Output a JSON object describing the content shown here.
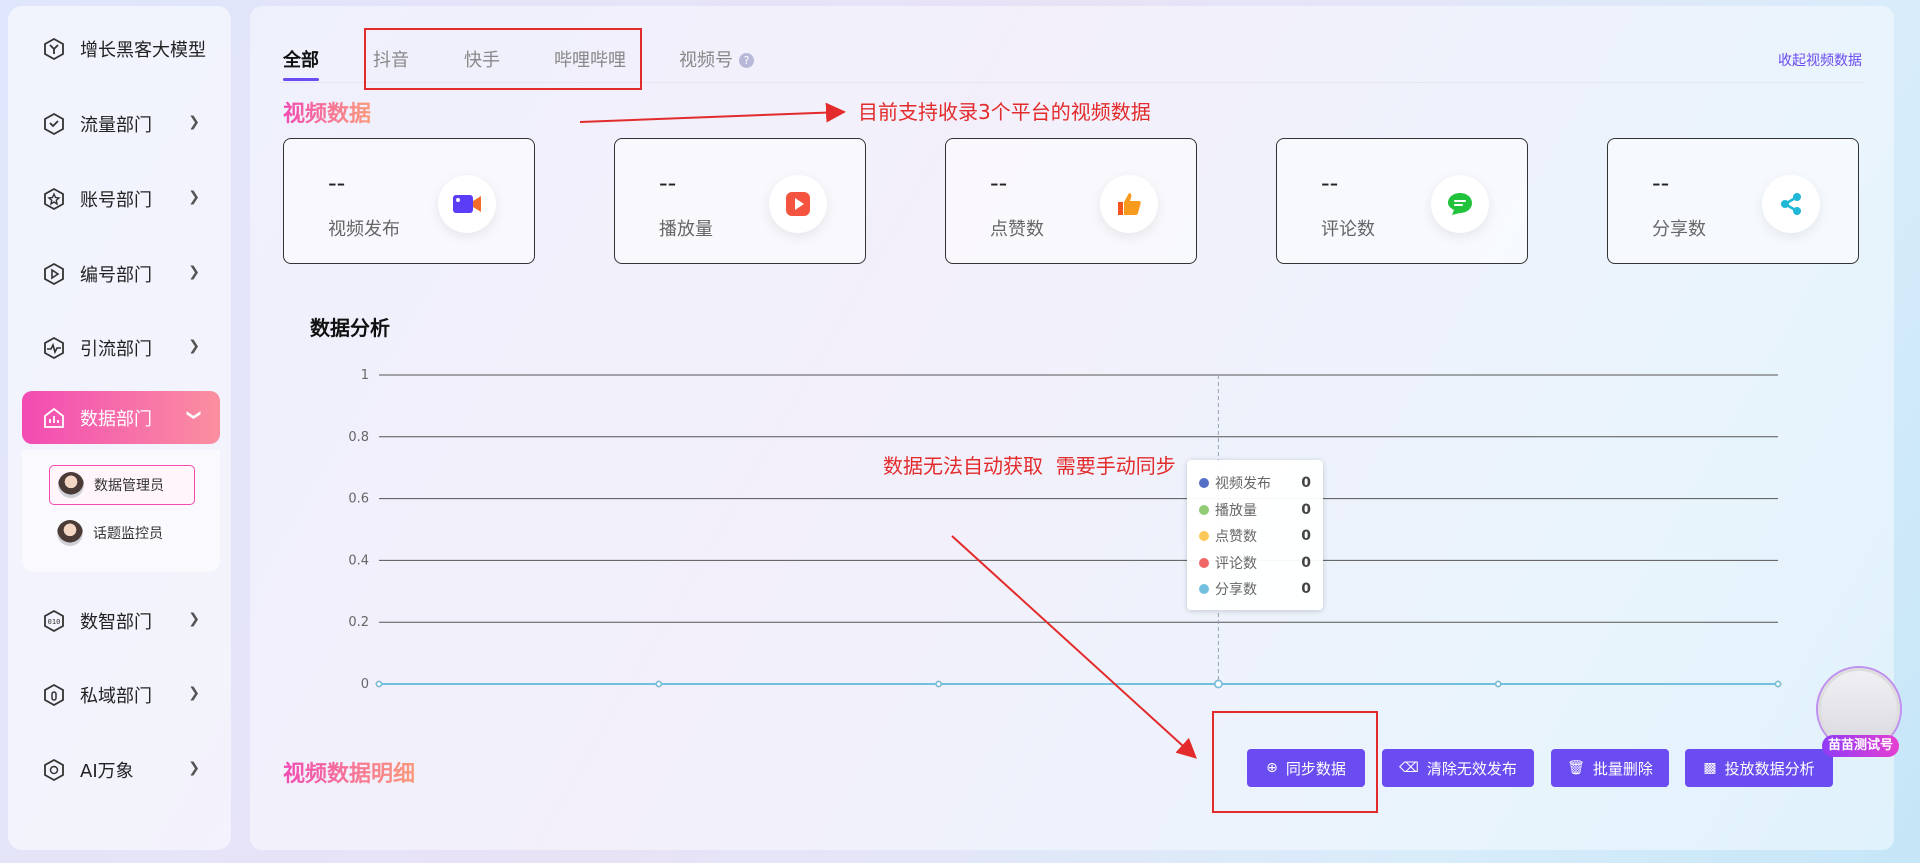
{
  "sidebar": {
    "items": [
      {
        "label": "增长黑客大模型",
        "icon": "hexagon-y-icon",
        "chevron": false
      },
      {
        "label": "流量部门",
        "icon": "shield-check-icon",
        "chevron": true
      },
      {
        "label": "账号部门",
        "icon": "star-hexagon-icon",
        "chevron": true
      },
      {
        "label": "编号部门",
        "icon": "play-hexagon-icon",
        "chevron": true
      },
      {
        "label": "引流部门",
        "icon": "pulse-hexagon-icon",
        "chevron": true
      },
      {
        "label": "数据部门",
        "icon": "bar-chart-house-icon",
        "chevron": true,
        "active": true
      },
      {
        "label": "数智部门",
        "icon": "binary-hexagon-icon",
        "chevron": true
      },
      {
        "label": "私域部门",
        "icon": "lock-hexagon-icon",
        "chevron": true
      },
      {
        "label": "AI万象",
        "icon": "ai-hexagon-icon",
        "chevron": true
      }
    ],
    "sub_items": [
      {
        "label": "数据管理员",
        "selected": true
      },
      {
        "label": "话题监控员",
        "selected": false
      }
    ]
  },
  "tabs": [
    {
      "label": "全部",
      "active": true
    },
    {
      "label": "抖音"
    },
    {
      "label": "快手"
    },
    {
      "label": "哔哩哔哩"
    },
    {
      "label": "视频号",
      "help": "?"
    }
  ],
  "collapse_link": "收起视频数据",
  "section_video_data": "视频数据",
  "cards": [
    {
      "value": "--",
      "label": "视频发布",
      "border": "#7b6ee0",
      "bg": "#f6f3ff",
      "icon": "video-camera-icon",
      "icon_color": "#5b3df5"
    },
    {
      "value": "--",
      "label": "播放量",
      "border": "#f18a8a",
      "bg": "#fff4f2",
      "icon": "play-icon",
      "icon_color": "#f4543f"
    },
    {
      "value": "--",
      "label": "点赞数",
      "border": "#f6b38a",
      "bg": "#fff6ef",
      "icon": "thumbs-up-icon",
      "icon_color": "#f79a1e"
    },
    {
      "value": "--",
      "label": "评论数",
      "border": "#7ed77e",
      "bg": "#f2fcf1",
      "icon": "comment-icon",
      "icon_color": "#22c33c"
    },
    {
      "value": "--",
      "label": "分享数",
      "border": "#7fe0e6",
      "bg": "#f0fbfd",
      "icon": "share-icon",
      "icon_color": "#1fb8d6"
    }
  ],
  "chart_title": "数据分析",
  "chart_data": {
    "type": "line",
    "x": [
      "",
      "",
      "",
      "",
      "",
      ""
    ],
    "ylim": [
      0,
      1
    ],
    "yticks": [
      "0",
      "0.2",
      "0.4",
      "0.6",
      "0.8",
      "1"
    ],
    "grid": true,
    "series": [
      {
        "name": "视频发布",
        "color": "#5470c6",
        "values": [
          0,
          0,
          0,
          0,
          0,
          0
        ]
      },
      {
        "name": "播放量",
        "color": "#91cc75",
        "values": [
          0,
          0,
          0,
          0,
          0,
          0
        ]
      },
      {
        "name": "点赞数",
        "color": "#fac858",
        "values": [
          0,
          0,
          0,
          0,
          0,
          0
        ]
      },
      {
        "name": "评论数",
        "color": "#ee6666",
        "values": [
          0,
          0,
          0,
          0,
          0,
          0
        ]
      },
      {
        "name": "分享数",
        "color": "#73c0de",
        "values": [
          0,
          0,
          0,
          0,
          0,
          0
        ]
      }
    ]
  },
  "tooltip": {
    "rows": [
      {
        "name": "视频发布",
        "value": "0",
        "color": "#5470c6"
      },
      {
        "name": "播放量",
        "value": "0",
        "color": "#91cc75"
      },
      {
        "name": "点赞数",
        "value": "0",
        "color": "#fac858"
      },
      {
        "name": "评论数",
        "value": "0",
        "color": "#ee6666"
      },
      {
        "name": "分享数",
        "value": "0",
        "color": "#73c0de"
      }
    ]
  },
  "section_detail": "视频数据明细",
  "buttons": [
    {
      "label": "同步数据",
      "icon": "plus-circle-icon"
    },
    {
      "label": "清除无效发布",
      "icon": "eraser-icon"
    },
    {
      "label": "批量删除",
      "icon": "trash-icon"
    },
    {
      "label": "投放数据分析",
      "icon": "bar-chart-icon"
    }
  ],
  "annotations": {
    "platforms": "目前支持收录3个平台的视频数据",
    "sync": "数据无法自动获取  需要手动同步"
  },
  "float_badge": "苗苗测试号",
  "colors": {
    "accent": "#6b4cf0",
    "active_nav": "#f24bb3",
    "annotation": "#e32b2b"
  }
}
